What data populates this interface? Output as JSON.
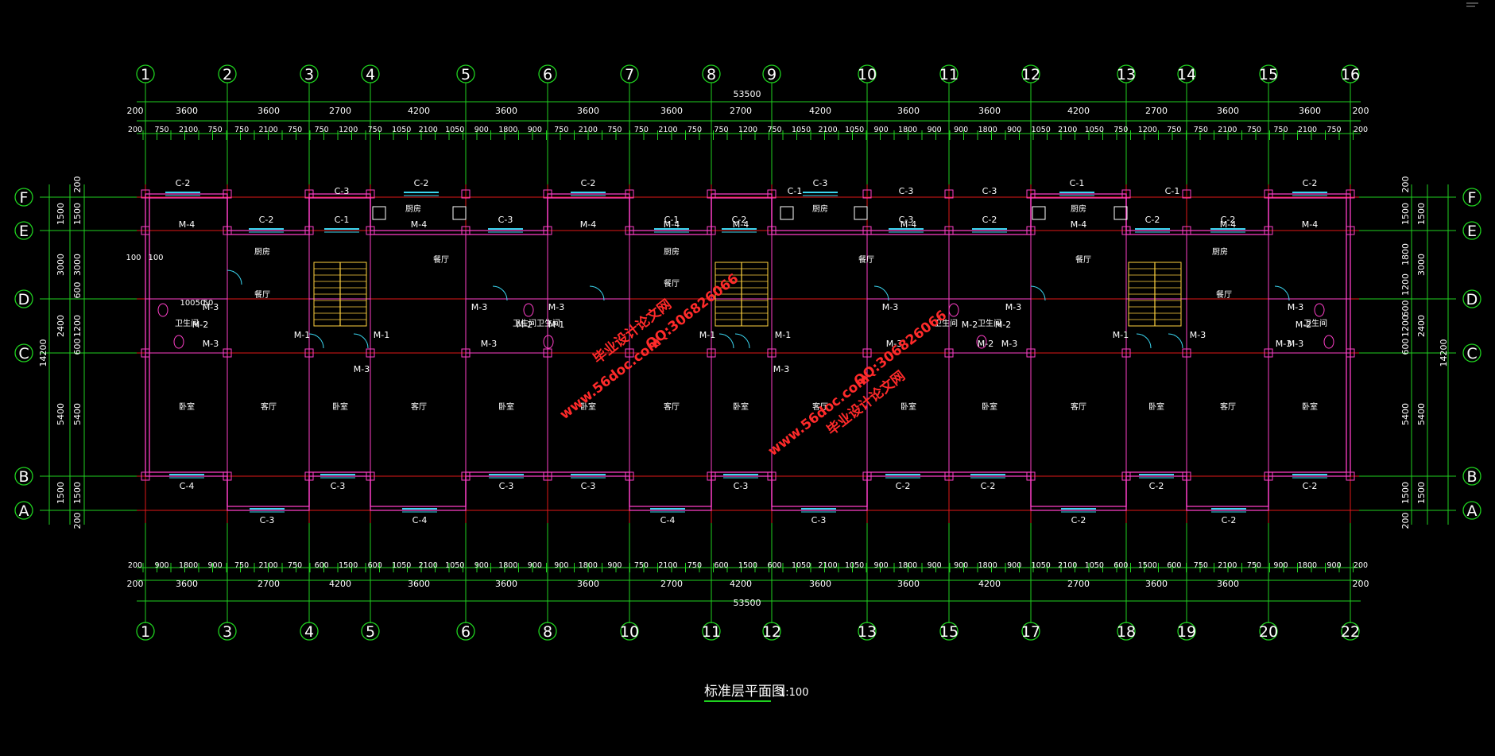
{
  "drawing": {
    "title": "标准层平面图",
    "scale": "1:100",
    "colors": {
      "background": "#000000",
      "axis_line": "#e01818",
      "wall": "#ff3fc8",
      "dim_line": "#1fd11f",
      "text": "#ffffff",
      "window": "#3ad6f0",
      "door": "#3ad6f0",
      "column": "#ff3fc8",
      "stair": "#ffd23f",
      "watermark": "#ff2a2a"
    },
    "top_axes": [
      "1",
      "2",
      "3",
      "4",
      "5",
      "6",
      "7",
      "8",
      "9",
      "10",
      "11",
      "12",
      "13",
      "14",
      "15",
      "16"
    ],
    "bottom_axes": [
      "1",
      "3",
      "4",
      "5",
      "6",
      "8",
      "10",
      "11",
      "12",
      "13",
      "15",
      "17",
      "18",
      "19",
      "20",
      "22"
    ],
    "row_axes": [
      "F",
      "E",
      "D",
      "C",
      "B",
      "A"
    ],
    "top_overall": "53500",
    "top_row1": [
      "200",
      "3600",
      "3600",
      "2700",
      "4200",
      "3600",
      "3600",
      "3600",
      "2700",
      "4200",
      "3600",
      "3600",
      "4200",
      "2700",
      "3600",
      "3600",
      "200"
    ],
    "top_row2": [
      "200",
      "750",
      "2100",
      "750",
      "750",
      "2100",
      "750",
      "750",
      "1200",
      "750",
      "1050",
      "2100",
      "1050",
      "900",
      "1800",
      "900",
      "750",
      "2100",
      "750",
      "750",
      "2100",
      "750",
      "750",
      "1200",
      "750",
      "1050",
      "2100",
      "1050",
      "900",
      "1800",
      "900",
      "900",
      "1800",
      "900",
      "1050",
      "2100",
      "1050",
      "750",
      "1200",
      "750",
      "750",
      "2100",
      "750",
      "750",
      "2100",
      "750",
      "200"
    ],
    "bottom_overall": "53500",
    "bottom_row1": [
      "200",
      "3600",
      "2700",
      "4200",
      "3600",
      "3600",
      "3600",
      "2700",
      "4200",
      "3600",
      "3600",
      "4200",
      "2700",
      "3600",
      "3600",
      "200"
    ],
    "bottom_row2": [
      "200",
      "900",
      "1800",
      "900",
      "750",
      "2100",
      "750",
      "600",
      "1500",
      "600",
      "1050",
      "2100",
      "1050",
      "900",
      "1800",
      "900",
      "900",
      "1800",
      "900",
      "750",
      "2100",
      "750",
      "600",
      "1500",
      "600",
      "1050",
      "2100",
      "1050",
      "900",
      "1800",
      "900",
      "900",
      "1800",
      "900",
      "1050",
      "2100",
      "1050",
      "600",
      "1500",
      "600",
      "750",
      "2100",
      "750",
      "900",
      "1800",
      "900",
      "200"
    ],
    "left_dims_outer": [
      "14200"
    ],
    "left_dims_mid": [
      "1500",
      "3000",
      "2400",
      "5400",
      "1500"
    ],
    "left_dims_inner": [
      "200",
      "1500",
      "3000",
      "600",
      "1200",
      "600",
      "5400",
      "1500",
      "200"
    ],
    "right_dims_outer": [
      "14200"
    ],
    "right_dims_mid": [
      "1500",
      "3000",
      "2400",
      "5400",
      "1500"
    ],
    "right_dims_inner": [
      "200",
      "1500",
      "1800",
      "1200",
      "600",
      "1200",
      "600",
      "5400",
      "1500",
      "200"
    ],
    "rooms": [
      "卧室",
      "客厅",
      "卧室",
      "客厅",
      "卧室",
      "卧室",
      "客厅",
      "卧室",
      "客厅",
      "卧室",
      "卧室",
      "客厅",
      "卧室",
      "客厅",
      "卧室",
      "卫生间",
      "卫生间",
      "卫生间",
      "卫生间",
      "卫生间",
      "卫生间",
      "厨房",
      "厨房",
      "厨房",
      "厨房",
      "厨房",
      "厨房",
      "餐厅",
      "餐厅",
      "餐厅",
      "餐厅",
      "餐厅",
      "餐厅"
    ],
    "windows": [
      "C-2",
      "C-2",
      "C-1",
      "C-2",
      "C-3",
      "C-2",
      "C-1",
      "C-2",
      "C-3",
      "C-3",
      "C-2",
      "C-1",
      "C-2",
      "C-2",
      "C-2",
      "C-4",
      "C-3",
      "C-3",
      "C-4",
      "C-3",
      "C-3",
      "C-4",
      "C-3",
      "C-3",
      "C-2",
      "C-2",
      "C-2",
      "C-2",
      "C-2",
      "C-2",
      "C-1",
      "C-1",
      "C-3",
      "C-3",
      "C-3"
    ],
    "doors": [
      "M-4",
      "M-4",
      "M-4",
      "M-4",
      "M-4",
      "M-4",
      "M-4",
      "M-4",
      "M-4",
      "M-3",
      "M-3",
      "M-3",
      "M-3",
      "M-3",
      "M-3",
      "M-3",
      "M-3",
      "M-3",
      "M-3",
      "M-3",
      "M-3",
      "M-2",
      "M-2",
      "M-2",
      "M-2",
      "M-2",
      "M-2",
      "M-1",
      "M-1",
      "M-1",
      "M-1",
      "M-1",
      "M-1",
      "M-3",
      "M-3",
      "M-3"
    ],
    "wall_thickness_note": [
      "100",
      "100",
      "100",
      "50",
      "50"
    ],
    "watermark": {
      "site": "www.56doc.com",
      "qq": "QQ:306826066",
      "name": "毕业设计论文网"
    }
  }
}
